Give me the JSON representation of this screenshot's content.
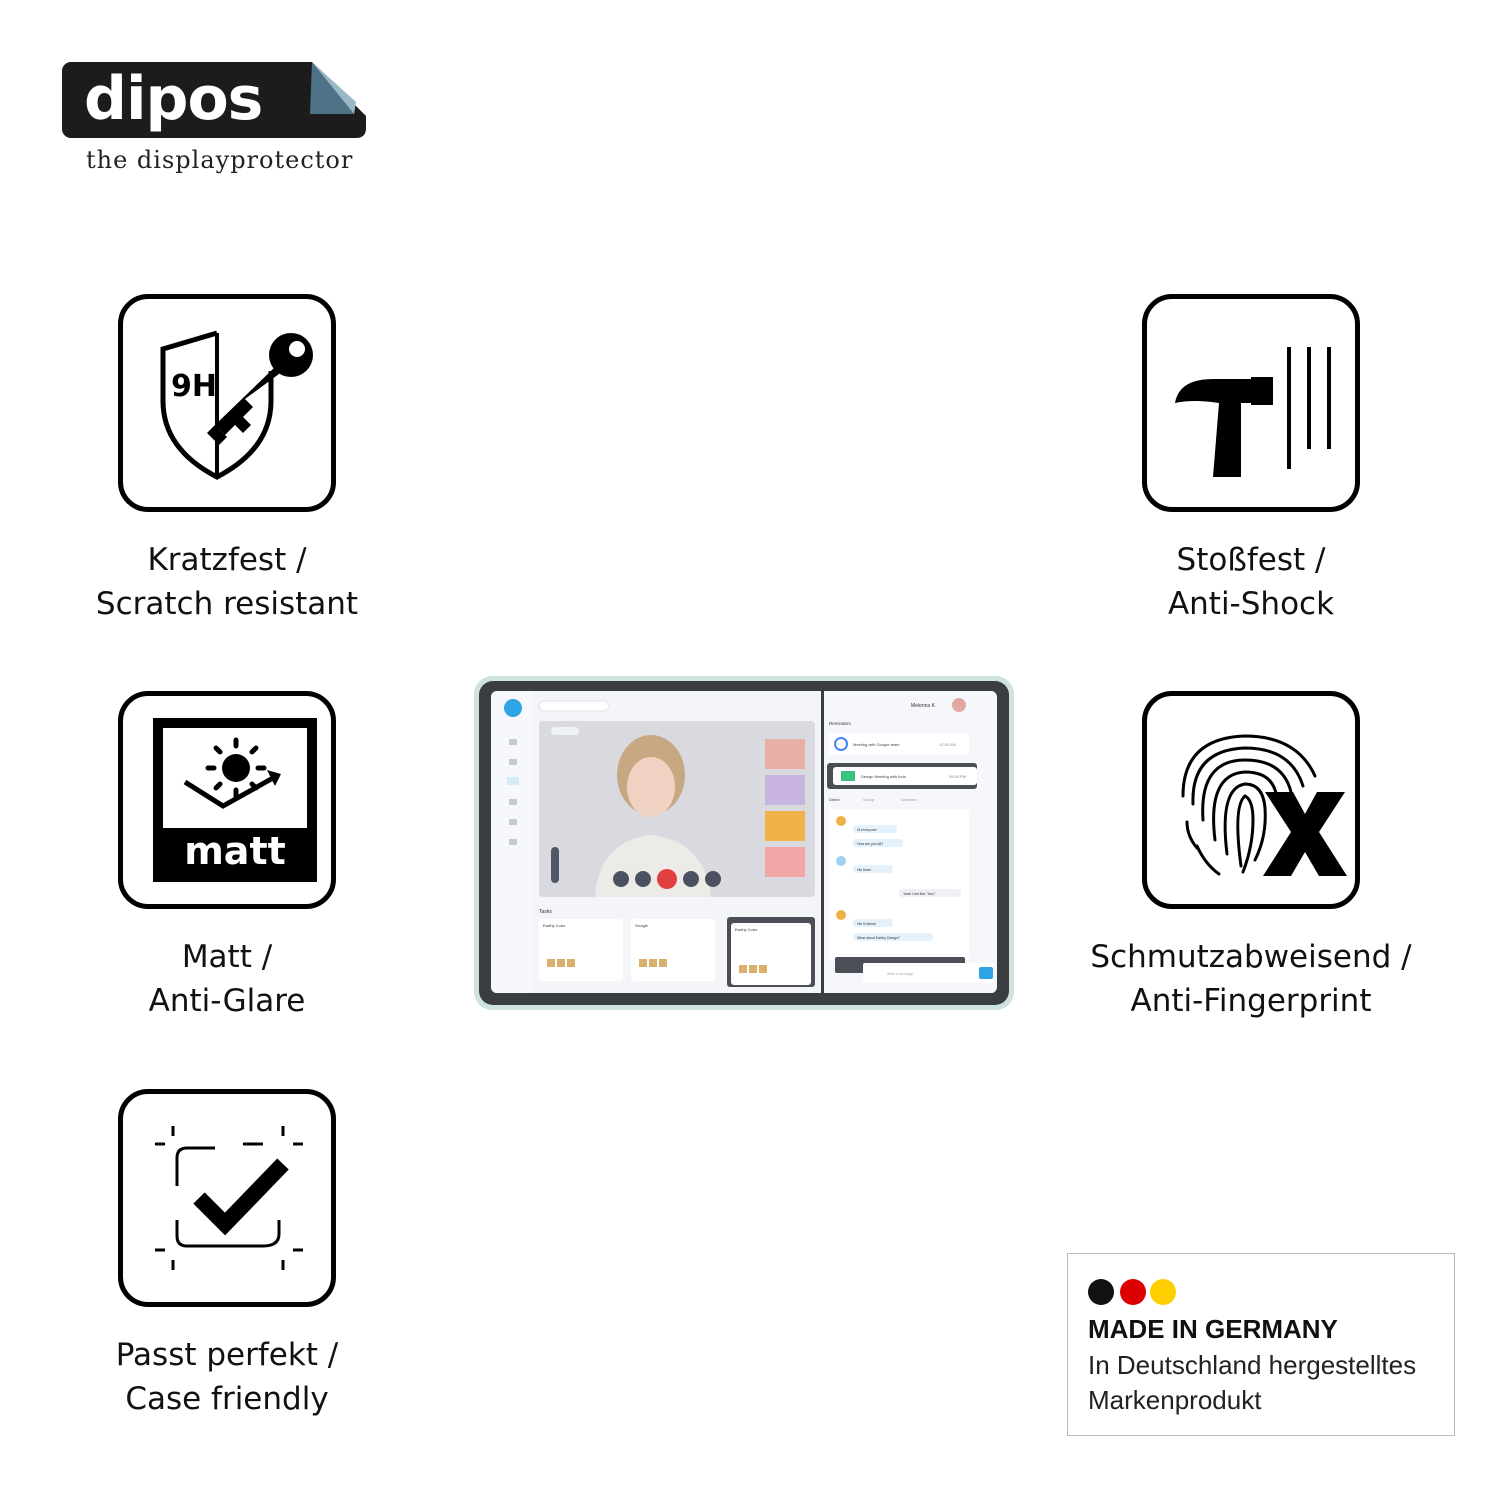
{
  "brand": {
    "logo_text": "dipos",
    "tagline": "the displayprotector"
  },
  "features": {
    "scratch": {
      "icon": "shield-key-icon",
      "badge_text": "9H",
      "line1": "Kratzfest /",
      "line2": "Scratch resistant"
    },
    "shock": {
      "icon": "hammer-icon",
      "line1": "Stoßfest /",
      "line2": "Anti-Shock"
    },
    "matt": {
      "icon": "sun-matt-icon",
      "badge_text": "matt",
      "line1": "Matt /",
      "line2": "Anti-Glare"
    },
    "finger": {
      "icon": "fingerprint-x-icon",
      "line1": "Schmutzabweisend /",
      "line2": "Anti-Fingerprint"
    },
    "case": {
      "icon": "check-frame-icon",
      "line1": "Passt perfekt /",
      "line2": "Case friendly"
    }
  },
  "tablet_screen": {
    "contact_name": "Melenna K",
    "section_reminders": "Reminders",
    "reminder_1": "Meeting with Google team",
    "reminder_1_time": "12:30 AM",
    "reminder_2": "Design Meeting with Indu",
    "reminder_2_time": "05:30 PM",
    "tabs": [
      "Direct",
      "Group",
      "Archived"
    ],
    "messages": [
      "Hi everyone!",
      "How are you all?",
      "Hie team",
      "Yeah I am fine. You?",
      "Hie Krishna!",
      "What about Earthy Design?"
    ],
    "input_placeholder": "Write a message",
    "tasks_title": "Tasks",
    "task_cards": [
      "Earthy Color",
      "Google",
      "Earthy Color"
    ]
  },
  "made_in": {
    "title": "MADE IN GERMANY",
    "line1": "In Deutschland hergestelltes",
    "line2": "Markenprodukt",
    "flag_colors": [
      "#111111",
      "#dd0000",
      "#ffce00"
    ]
  }
}
